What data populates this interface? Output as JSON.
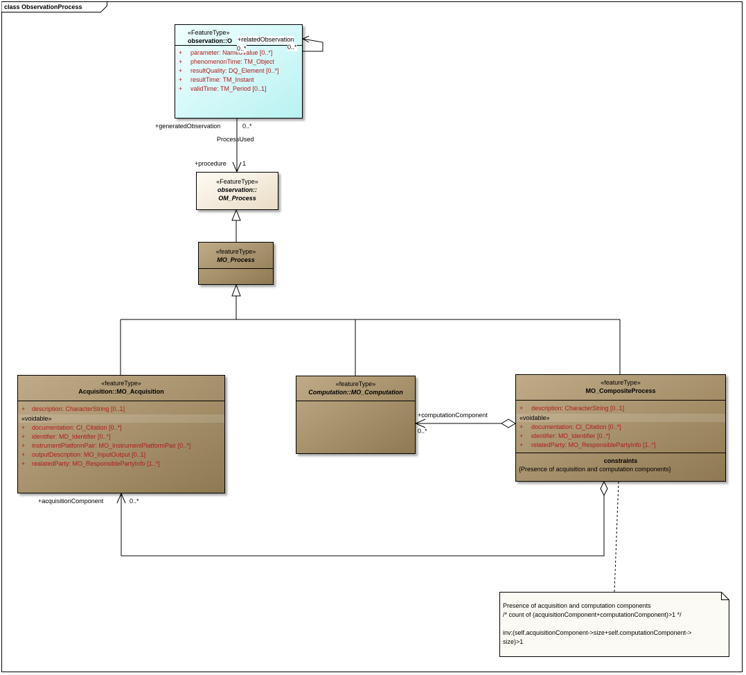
{
  "frame": {
    "title": "class ObservationProcess"
  },
  "om_observation": {
    "stereotype": "«FeatureType»",
    "name": "observation::O",
    "attributes": [
      {
        "vis": "+",
        "text": "parameter:  NamedValue [0..*]"
      },
      {
        "vis": "+",
        "text": "phenomenonTime:  TM_Object"
      },
      {
        "vis": "+",
        "text": "resultQuality:  DQ_Element [0..*]"
      },
      {
        "vis": "+",
        "text": "resultTime:  TM_Instant"
      },
      {
        "vis": "+",
        "text": "validTime:  TM_Period [0..1]"
      }
    ]
  },
  "om_process": {
    "stereotype": "«FeatureType»",
    "name_line1": "observation::",
    "name_line2": "OM_Process"
  },
  "mo_process": {
    "stereotype": "«featureType»",
    "name": "MO_Process"
  },
  "mo_acquisition": {
    "stereotype": "«featureType»",
    "name": "Acquisition::MO_Acquisition",
    "attributes": [
      {
        "vis": "+",
        "text": "description:  CharacterString [0..1]"
      }
    ],
    "section": "«voidable»",
    "voidable_attributes": [
      {
        "vis": "+",
        "text": "documentation:  CI_Citation [0..*]"
      },
      {
        "vis": "+",
        "text": "identifier:  MD_Identifier [0..*]"
      },
      {
        "vis": "+",
        "text": "instrumentPlatformPair:  MO_InstrumentPlatformPair [0..*]"
      },
      {
        "vis": "+",
        "text": "outputDescription:  MO_InputOutput [0..1]"
      },
      {
        "vis": "+",
        "text": "realatedParty:  MO_ResponsiblePartyInfo [1..*]"
      }
    ]
  },
  "mo_computation": {
    "stereotype": "«featureType»",
    "name": "Computation::MO_Computation"
  },
  "mo_composite": {
    "stereotype": "«featureType»",
    "name": "MO_CompositeProcess",
    "attributes": [
      {
        "vis": "+",
        "text": "description:  CharacterString [0..1]"
      }
    ],
    "section": "«voidable»",
    "voidable_attributes": [
      {
        "vis": "+",
        "text": "documentation:  CI_Citation [0..*]"
      },
      {
        "vis": "+",
        "text": "identifier:  MD_Identifier [0..*]"
      },
      {
        "vis": "+",
        "text": "relatedParty:  MO_ResponsiblePartyInfo [1..*]"
      }
    ],
    "constraints_title": "constraints",
    "constraint": "{Presence of acquisition and computation components}"
  },
  "labels": {
    "related_observation": "+relatedObservation",
    "related_mult_left": "0..*",
    "related_mult_right": "0..*",
    "generated_observation": "+generatedObservation",
    "generated_mult": "0..*",
    "process_used": "ProcessUsed",
    "procedure": "+procedure",
    "procedure_mult": "1",
    "computation_component": "+computationComponent",
    "computation_mult": "0..*",
    "acquisition_component": "+acquisitionComponent",
    "acquisition_mult": "0..*"
  },
  "note": {
    "line1": "Presence of acquisition and computation components",
    "line2": "/* count of (acquisitionComponent+computationComponent)>1 */",
    "line3": "inv:(self.acquisitionComponent->size+self.computationComponent->",
    "line4": "size)>1"
  },
  "colors": {
    "observation_fill": "#c9f6f6",
    "process_fill": "#f4ebdc",
    "mo_fill": "#a89372",
    "attribute_text": "#b01a1a",
    "note_fill": "#fcfaf4"
  }
}
